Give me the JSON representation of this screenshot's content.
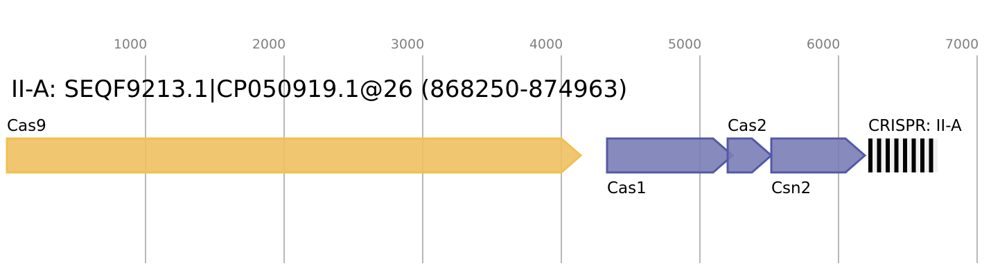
{
  "chart_data": {
    "type": "gene-map",
    "title": "II-A: SEQF9213.1|CP050919.1@26 (868250-874963)",
    "axis": {
      "range": [
        0,
        7000
      ],
      "ticks": [
        1000,
        2000,
        3000,
        4000,
        5000,
        6000,
        7000
      ],
      "tick_labels": [
        "1000",
        "2000",
        "3000",
        "4000",
        "5000",
        "6000",
        "7000"
      ],
      "grid": true
    },
    "genes": [
      {
        "name": "Cas9",
        "start": 0,
        "end": 4140,
        "strand": "+",
        "color": "#f0c060",
        "stroke": "#f0c050",
        "label_position": "above"
      },
      {
        "name": "Cas1",
        "start": 4330,
        "end": 5235,
        "strand": "+",
        "color": "#7a7db5",
        "stroke": "#5558a6",
        "label_position": "below"
      },
      {
        "name": "Cas2",
        "start": 5200,
        "end": 5515,
        "strand": "+",
        "color": "#7a7db5",
        "stroke": "#5558a6",
        "label_position": "above"
      },
      {
        "name": "Csn2",
        "start": 5515,
        "end": 6190,
        "strand": "+",
        "color": "#7a7db5",
        "stroke": "#5558a6",
        "label_position": "below"
      }
    ],
    "crispr": {
      "label": "CRISPR: II-A",
      "start": 6215,
      "end": 6715,
      "repeats": 8,
      "repeat_color": "#000000",
      "spacer_color": "#f0f0f0"
    }
  }
}
